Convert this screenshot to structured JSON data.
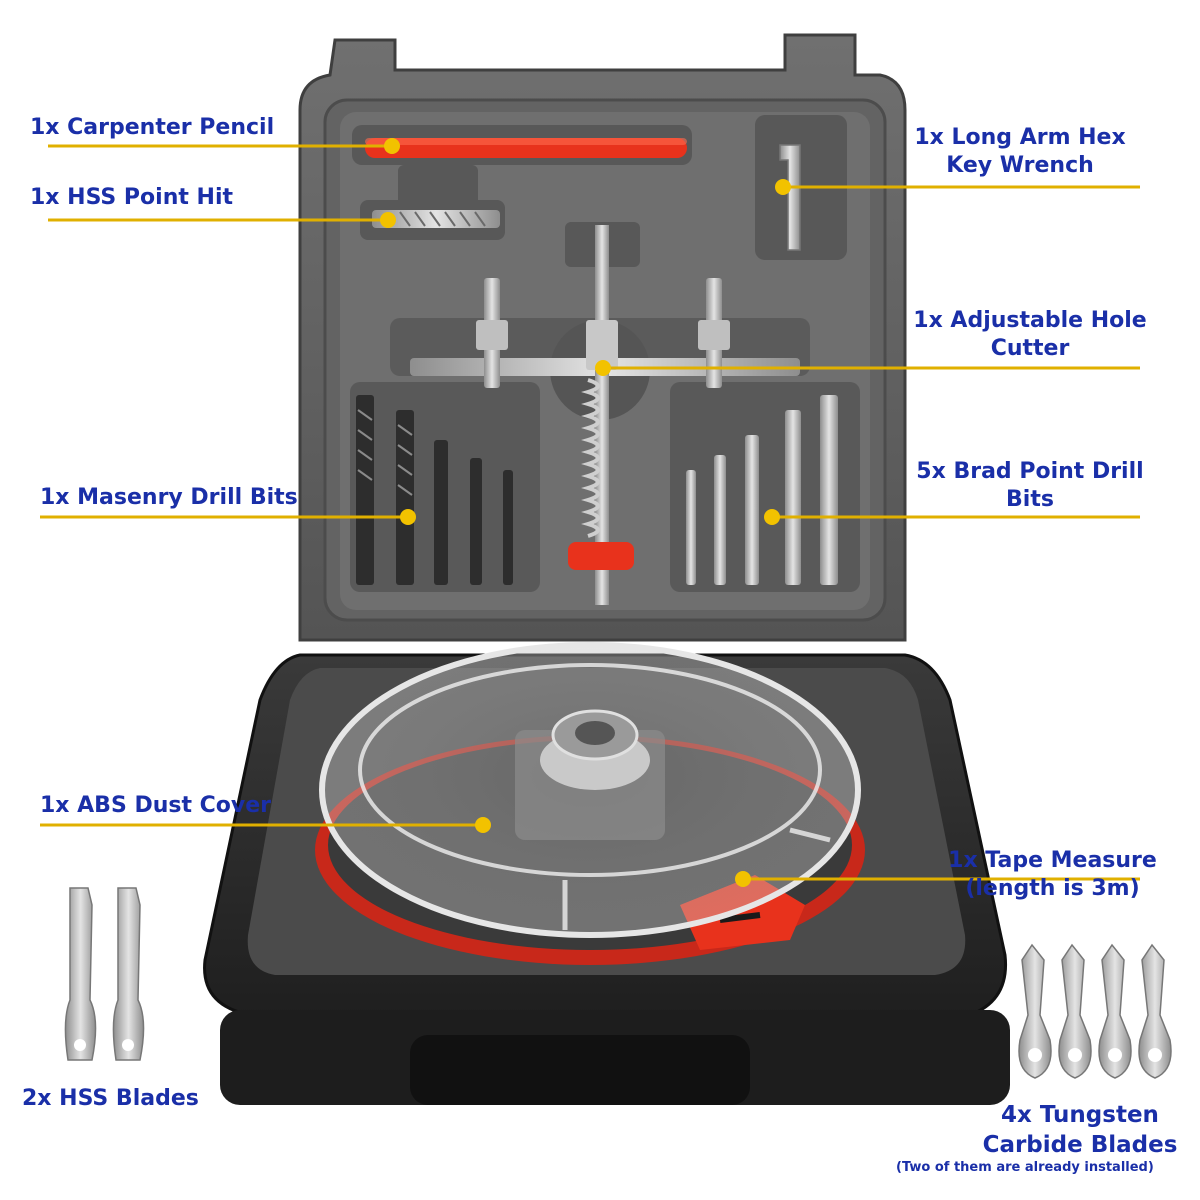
{
  "labels": {
    "pencil": "1x  Carpenter Pencil",
    "hss_point": "1x HSS Point Hit",
    "hex_key_line1": "1x Long Arm Hex",
    "hex_key_line2": "Key Wrench",
    "hole_cutter_line1": "1x Adjustable Hole",
    "hole_cutter_line2": "Cutter",
    "masonry": "1x Masenry Drill Bits",
    "brad_line1": "5x Brad Point Drill",
    "brad_line2": "Bits",
    "dust_cover": "1x ABS Dust Cover",
    "tape_line1": "1x Tape Measure",
    "tape_line2": "(length is 3m)",
    "hss_blades": "2x  HSS Blades",
    "tungsten_line1": "4x Tungsten",
    "tungsten_line2": "Carbide Blades",
    "tungsten_note": "(Two of them are already installed)"
  },
  "colors": {
    "label_text": "#1a2fa8",
    "leader_line": "#e0b000",
    "leader_dot": "#f2c200",
    "case_outer": "#5a5a5a",
    "case_inner": "#6e6e6e",
    "case_base": "#2c2c2c",
    "accent_red": "#e8321c",
    "steel": "#b9b9b9"
  }
}
